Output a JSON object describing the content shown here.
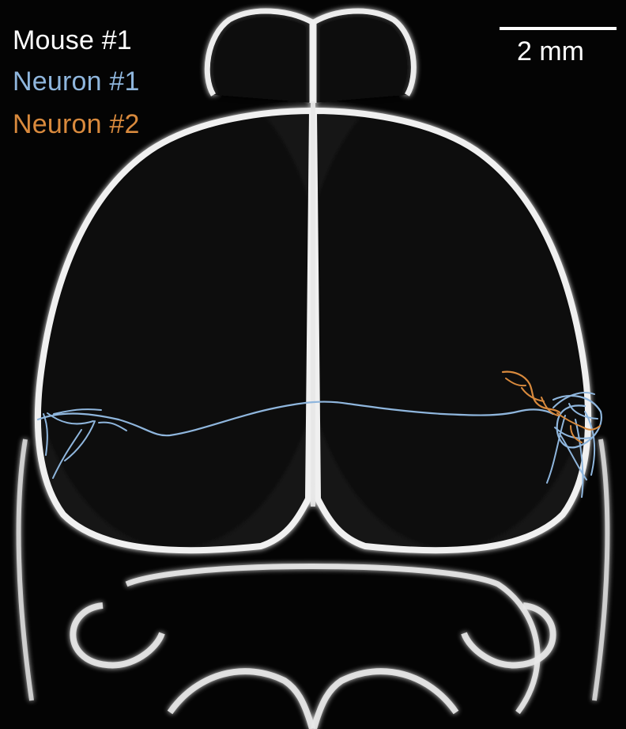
{
  "labels": {
    "mouse": "Mouse #1",
    "neuron1": "Neuron #1",
    "neuron2": "Neuron #2"
  },
  "scale_bar": {
    "text": "2 mm"
  },
  "colors": {
    "background": "#040404",
    "mouse_label": "#ffffff",
    "neuron1": "#8fb6dd",
    "neuron2": "#d98a3d",
    "brain_outline": "#f1f1f1"
  }
}
